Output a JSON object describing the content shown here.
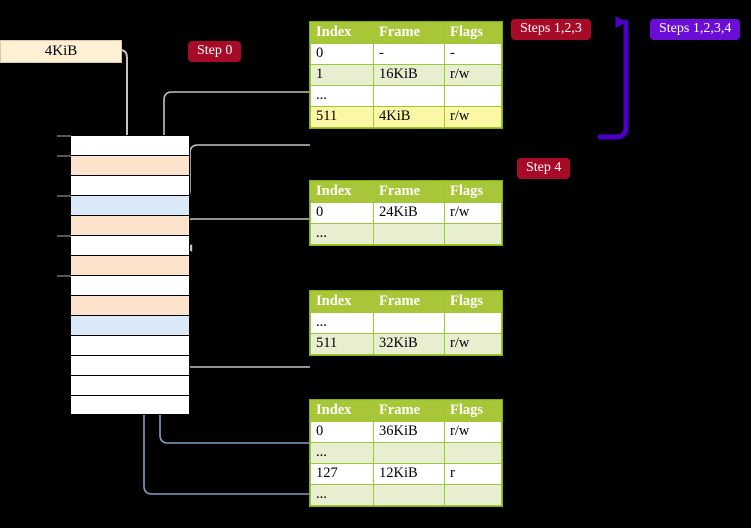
{
  "labels": {
    "step0": "Step 0",
    "step4": "Step 4",
    "steps123": "Steps 1,2,3",
    "steps1234": "Steps 1,2,3,4",
    "memsize": "4KiB"
  },
  "colors": {
    "header_green": "#a8c637",
    "row_alt": "#e8eed0",
    "highlight_yellow": "#fbf7a5",
    "label_red": "#a80b28",
    "label_purple": "#6a0dd6",
    "mem_peach": "#fde2cc",
    "mem_blue": "#dbe8f7",
    "tan_box": "#fdf0d5",
    "connector_gray": "#b9b9b9",
    "connector_blue": "#7f9fc4"
  },
  "columns": [
    "Index",
    "Frame",
    "Flags"
  ],
  "tables": [
    {
      "name": "pml4-table",
      "rows": [
        {
          "cells": [
            "0",
            "-",
            "-"
          ],
          "style": "plain",
          "highlight": false
        },
        {
          "cells": [
            "1",
            "16KiB",
            "r/w"
          ],
          "style": "alt",
          "highlight": false
        },
        {
          "cells": [
            "...",
            "",
            ""
          ],
          "style": "plain",
          "highlight": false
        },
        {
          "cells": [
            "511",
            "4KiB",
            "r/w"
          ],
          "style": "alt",
          "highlight": true
        }
      ]
    },
    {
      "name": "pdp-table",
      "rows": [
        {
          "cells": [
            "0",
            "24KiB",
            "r/w"
          ],
          "style": "plain",
          "highlight": false
        },
        {
          "cells": [
            "...",
            "",
            ""
          ],
          "style": "alt",
          "highlight": false
        }
      ]
    },
    {
      "name": "pd-table",
      "rows": [
        {
          "cells": [
            "...",
            "",
            ""
          ],
          "style": "plain",
          "highlight": false
        },
        {
          "cells": [
            "511",
            "32KiB",
            "r/w"
          ],
          "style": "alt",
          "highlight": false
        }
      ]
    },
    {
      "name": "pt-table",
      "rows": [
        {
          "cells": [
            "0",
            "36KiB",
            "r/w"
          ],
          "style": "plain",
          "highlight": false
        },
        {
          "cells": [
            "...",
            "",
            ""
          ],
          "style": "alt",
          "highlight": false
        },
        {
          "cells": [
            "127",
            "12KiB",
            "r"
          ],
          "style": "plain",
          "highlight": false
        },
        {
          "cells": [
            "...",
            "",
            ""
          ],
          "style": "alt",
          "highlight": false
        }
      ]
    }
  ],
  "memory_rows": [
    {
      "fill": "white",
      "tick": true
    },
    {
      "fill": "peach",
      "tick": true
    },
    {
      "fill": "white",
      "tick": false
    },
    {
      "fill": "blue",
      "tick": true
    },
    {
      "fill": "peach",
      "tick": false
    },
    {
      "fill": "white",
      "tick": true
    },
    {
      "fill": "peach",
      "tick": false
    },
    {
      "fill": "white",
      "tick": true
    },
    {
      "fill": "peach",
      "tick": false
    },
    {
      "fill": "blue",
      "tick": false
    },
    {
      "fill": "white",
      "tick": false
    },
    {
      "fill": "white",
      "tick": false
    },
    {
      "fill": "white",
      "tick": false
    },
    {
      "fill": "white",
      "tick": false
    }
  ]
}
